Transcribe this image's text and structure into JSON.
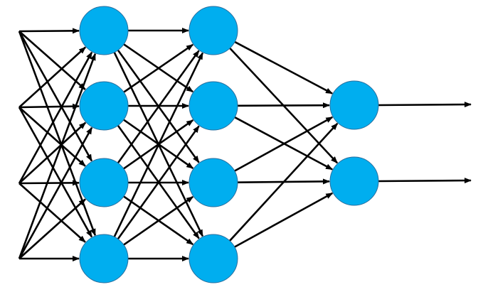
{
  "diagram": {
    "type": "feed-forward neural network",
    "node_color": "#00AEEF",
    "edge_color": "#000000",
    "background": "#FFFFFF",
    "layers": [
      {
        "name": "input",
        "nodes": 4,
        "drawn_as": "arrow-origins"
      },
      {
        "name": "hidden-1",
        "nodes": 4,
        "drawn_as": "circles"
      },
      {
        "name": "hidden-2",
        "nodes": 4,
        "drawn_as": "circles"
      },
      {
        "name": "output",
        "nodes": 2,
        "drawn_as": "circles"
      }
    ],
    "connectivity": "fully-connected",
    "output_arrows": 2
  }
}
